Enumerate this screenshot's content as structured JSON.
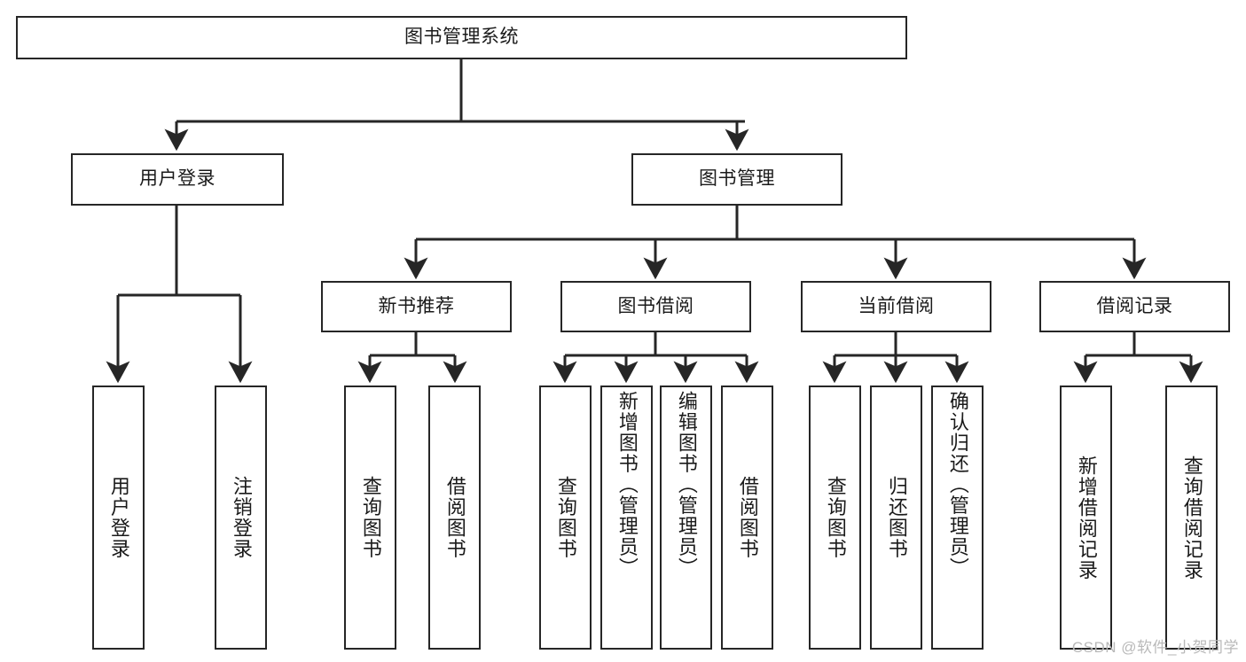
{
  "diagram": {
    "title": "图书管理系统",
    "watermark": "CSDN @软件_小贺同学",
    "type": "tree-hierarchy",
    "colors": {
      "box_border": "#262626",
      "box_fill": "#ffffff",
      "connector": "#262626",
      "text": "#1a1a1a",
      "watermark": "#b9b9b9"
    },
    "levels": {
      "root": "图书管理系统",
      "level2": [
        "用户登录",
        "图书管理"
      ],
      "level3": [
        "新书推荐",
        "图书借阅",
        "当前借阅",
        "借阅记录"
      ]
    },
    "nodes": {
      "root": {
        "label": "图书管理系统"
      },
      "user_login": {
        "label": "用户登录"
      },
      "book_manage": {
        "label": "图书管理"
      },
      "new_book_rec": {
        "label": "新书推荐"
      },
      "book_borrow": {
        "label": "图书借阅"
      },
      "current_borrow": {
        "label": "当前借阅"
      },
      "borrow_record": {
        "label": "借阅记录"
      },
      "leaf_user_login": {
        "label": "用户登录"
      },
      "leaf_user_logout": {
        "label": "注销登录"
      },
      "leaf_query_book_a": {
        "label": "查询图书"
      },
      "leaf_borrow_book_a": {
        "label": "借阅图书"
      },
      "leaf_query_book_b": {
        "label": "查询图书"
      },
      "leaf_add_book": {
        "label": "新增图书（管理员）"
      },
      "leaf_edit_book": {
        "label": "编辑图书（管理员）"
      },
      "leaf_borrow_book_b": {
        "label": "借阅图书"
      },
      "leaf_query_book_c": {
        "label": "查询图书"
      },
      "leaf_return_book": {
        "label": "归还图书"
      },
      "leaf_confirm_return": {
        "label": "确认归还（管理员）"
      },
      "leaf_add_record": {
        "label": "新增借阅记录"
      },
      "leaf_query_record": {
        "label": "查询借阅记录"
      }
    }
  }
}
